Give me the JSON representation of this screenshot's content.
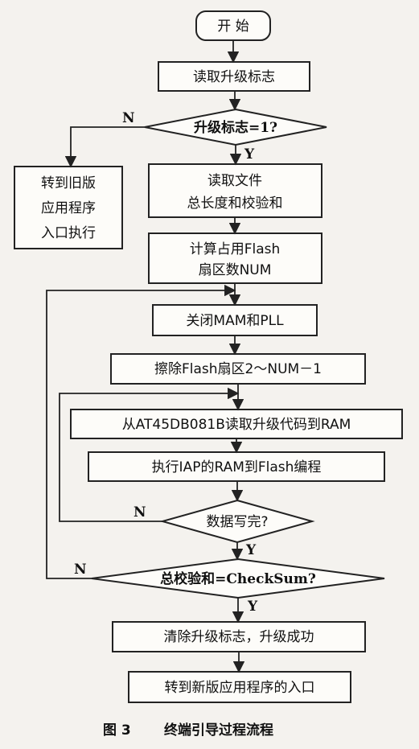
{
  "flowchart": {
    "start": "开 始",
    "read_flag": "读取升级标志",
    "check_flag": "升级标志=1?",
    "old_app": [
      "转到旧版",
      "应用程序",
      "入口执行"
    ],
    "read_file": [
      "读取文件",
      "总长度和校验和"
    ],
    "calc_sectors": [
      "计算占用Flash",
      "扇区数NUM"
    ],
    "close_mam": "关闭MAM和PLL",
    "erase": "擦除Flash扇区2～NUM－1",
    "read_code": "从AT45DB081B读取升级代码到RAM",
    "iap": "执行IAP的RAM到Flash编程",
    "data_done": "数据写完?",
    "checksum": "总校验和=CheckSum?",
    "clear_flag": "清除升级标志，升级成功",
    "new_app": "转到新版应用程序的入口"
  },
  "branches": {
    "no": "N",
    "yes": "Y"
  },
  "caption": {
    "figure_number": "图 3",
    "title": "终端引导过程流程"
  }
}
